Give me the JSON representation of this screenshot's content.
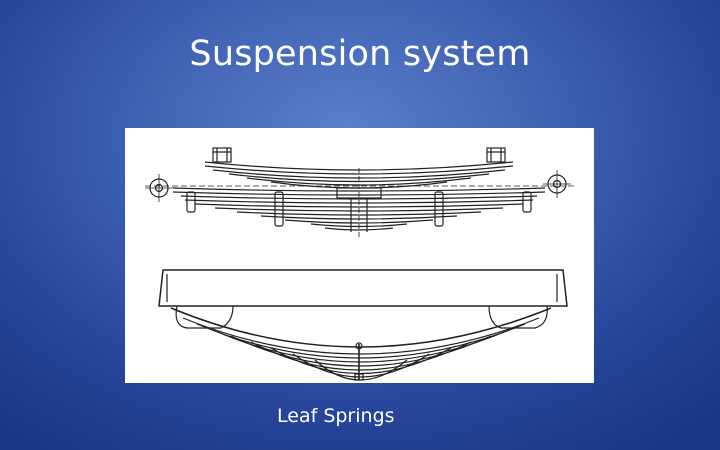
{
  "slide": {
    "title": "Suspension system",
    "caption": "Leaf Springs",
    "colors": {
      "background": "#3f62b3",
      "text": "#ffffff",
      "figure_background": "#ffffff",
      "line_art": "#222222"
    }
  },
  "figure": {
    "icons": [
      "leaf-spring-side-view-drawing",
      "leaf-spring-under-beam-drawing"
    ]
  }
}
